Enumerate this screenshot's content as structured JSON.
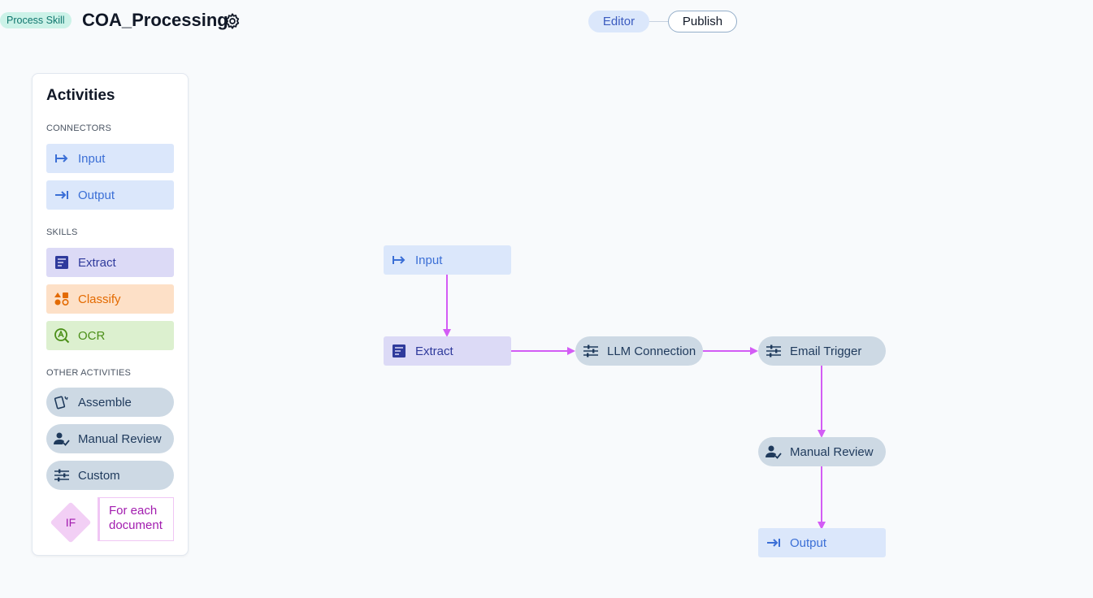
{
  "header": {
    "badge": "Process Skill",
    "title": "COA_Processing",
    "modes": {
      "editor": "Editor",
      "publish": "Publish"
    }
  },
  "sidebar": {
    "title": "Activities",
    "sections": {
      "connectors": "CONNECTORS",
      "skills": "SKILLS",
      "other": "OTHER ACTIVITIES"
    },
    "items": {
      "input": "Input",
      "output": "Output",
      "extract": "Extract",
      "classify": "Classify",
      "ocr": "OCR",
      "assemble": "Assemble",
      "manual_review": "Manual Review",
      "custom": "Custom",
      "if": "IF",
      "for_each": "For each document"
    }
  },
  "canvas": {
    "nodes": {
      "input": "Input",
      "extract": "Extract",
      "llm_connection": "LLM Connection",
      "email_trigger": "Email Trigger",
      "manual_review": "Manual Review",
      "output": "Output"
    },
    "edge_color": "#d35cf5"
  },
  "colors": {
    "connector": "#dbe7fb",
    "extract": "#dcdaf6",
    "classify": "#fde0c7",
    "ocr": "#dcf0cf",
    "other": "#cdd9e4",
    "control": "#f2cff5"
  }
}
